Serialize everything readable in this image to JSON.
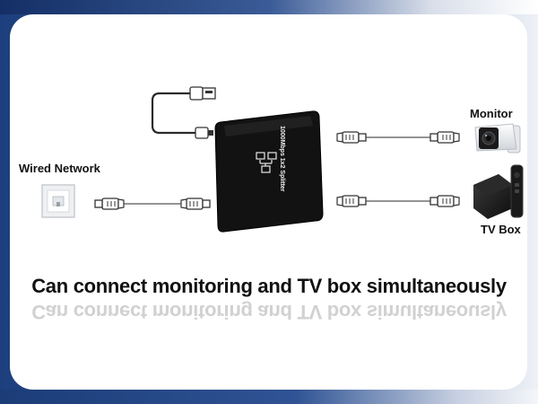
{
  "labels": {
    "wired_network": "Wired Network",
    "monitor": "Monitor",
    "tv_box": "TV Box",
    "device_print": "1000Mbps 1x2 Splitter"
  },
  "caption": "Can connect monitoring and TV box simultaneously",
  "colors": {
    "background_blue": "#1d3f7d",
    "card": "#ffffff",
    "device_body": "#121212",
    "cable": "#2a2a2a"
  },
  "icons": [
    "ethernet-wall-socket-icon",
    "usb-cable-icon",
    "rj45-plug-icon",
    "security-camera-icon",
    "tv-box-icon",
    "network-ports-icon"
  ]
}
